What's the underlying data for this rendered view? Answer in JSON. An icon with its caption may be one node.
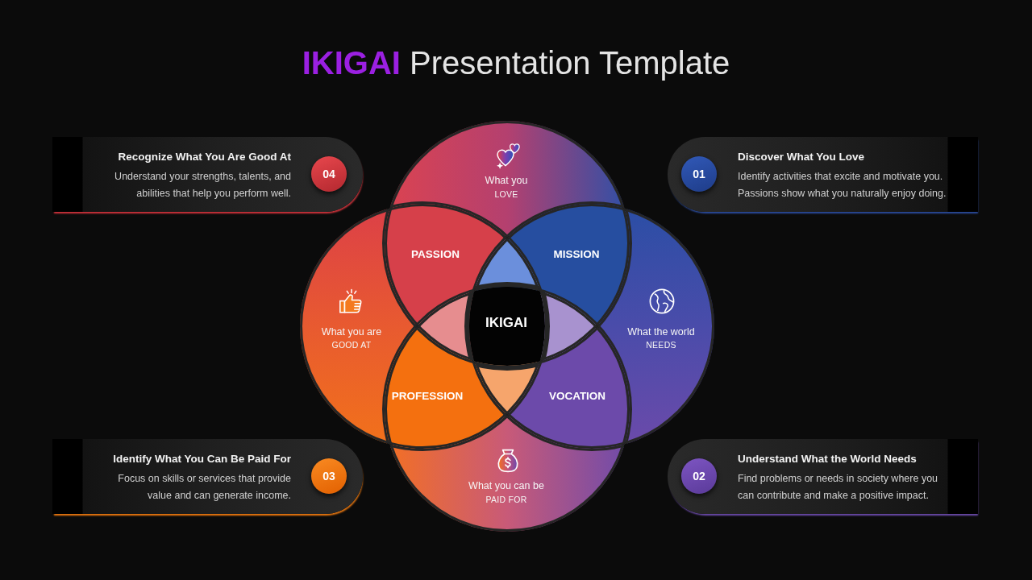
{
  "diagram": {
    "title": "**IKIGAI** Presentation Template",
    "nodes": [
      {
        "text": [
          "Recognize What You Are Good At",
          "Understand your strengths, talents, and abilities that help you perform well."
        ]
      },
      {
        "text": [
          "04"
        ],
        "in": 0
      },
      {
        "text": [
          "What you",
          "LOVE"
        ]
      },
      {
        "text": [
          "Discover What You Love",
          "Identify activities that excite and motivate you. Passions show what you naturally enjoy doing."
        ]
      },
      {
        "text": [
          "01"
        ],
        "in": 3
      },
      {
        "text": [
          "PASSION"
        ]
      },
      {
        "text": [
          "MISSION"
        ]
      },
      {
        "text": [],
        "shape": "triangle"
      },
      {
        "text": [
          "What you are",
          "GOOD AT"
        ]
      },
      {
        "text": [],
        "shape": "triangle"
      },
      {
        "text": [
          "IKIGAI"
        ]
      },
      {
        "text": [],
        "shape": "triangle"
      },
      {
        "text": [
          "What the world",
          "NEEDS"
        ]
      },
      {
        "text": [],
        "shape": "triangle"
      },
      {
        "text": [
          "PROFESSION"
        ]
      },
      {
        "text": [
          "VOCATION"
        ]
      },
      {
        "text": [
          "Identify What You Can Be Paid For",
          "Focus on skills or services that provide value and can generate income."
        ]
      },
      {
        "text": [
          "03"
        ],
        "in": 16
      },
      {
        "text": [
          "What you can be",
          "PAID FOR"
        ]
      },
      {
        "text": [
          "Understand What the World Needs",
          "Find problems or needs in society where you can contribute and make a positive impact."
        ]
      },
      {
        "text": [
          "02"
        ],
        "in": 19
      }
    ]
  }
}
